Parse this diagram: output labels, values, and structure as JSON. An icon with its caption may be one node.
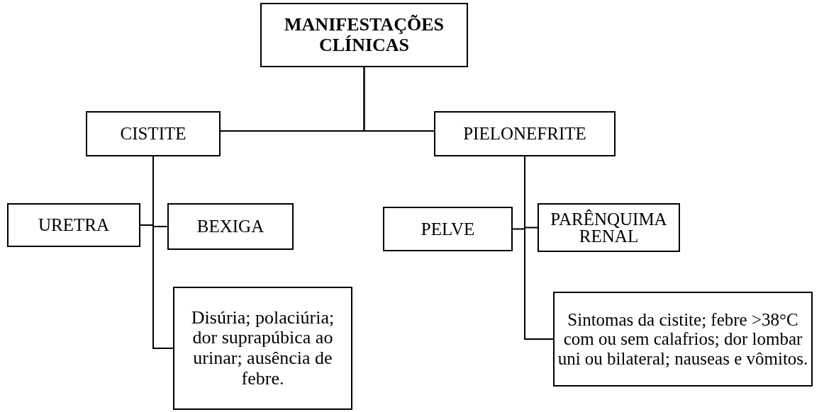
{
  "diagram": {
    "nodes": [
      {
        "text": [
          "MANIFESTAÇÕES CLÍNICAS"
        ]
      },
      {
        "text": [
          "CISTITE"
        ]
      },
      {
        "text": [
          "PIELONEFRITE"
        ]
      },
      {
        "text": [
          "URETRA"
        ]
      },
      {
        "text": [
          "BEXIGA"
        ]
      },
      {
        "text": [
          "Disúria; polaciúria; dor suprapúbica ao urinar; ausência de febre."
        ]
      },
      {
        "text": [
          "PELVE"
        ]
      },
      {
        "text": [
          "PARÊNQUIMA RENAL"
        ]
      },
      {
        "text": [
          "Sintomas da cistite; febre >38°C com ou sem calafrios; dor lombar uni ou bilateral; nauseas e vômitos."
        ]
      }
    ],
    "edges": [
      {
        "from": 0,
        "to": 1,
        "arrow": "none"
      },
      {
        "from": 0,
        "to": 2,
        "arrow": "none"
      },
      {
        "from": 1,
        "to": 3,
        "arrow": "none"
      },
      {
        "from": 1,
        "to": 4,
        "arrow": "none"
      },
      {
        "from": 1,
        "to": 5,
        "arrow": "none"
      },
      {
        "from": 2,
        "to": 6,
        "arrow": "none"
      },
      {
        "from": 2,
        "to": 7,
        "arrow": "none"
      },
      {
        "from": 2,
        "to": 8,
        "arrow": "none"
      }
    ]
  }
}
